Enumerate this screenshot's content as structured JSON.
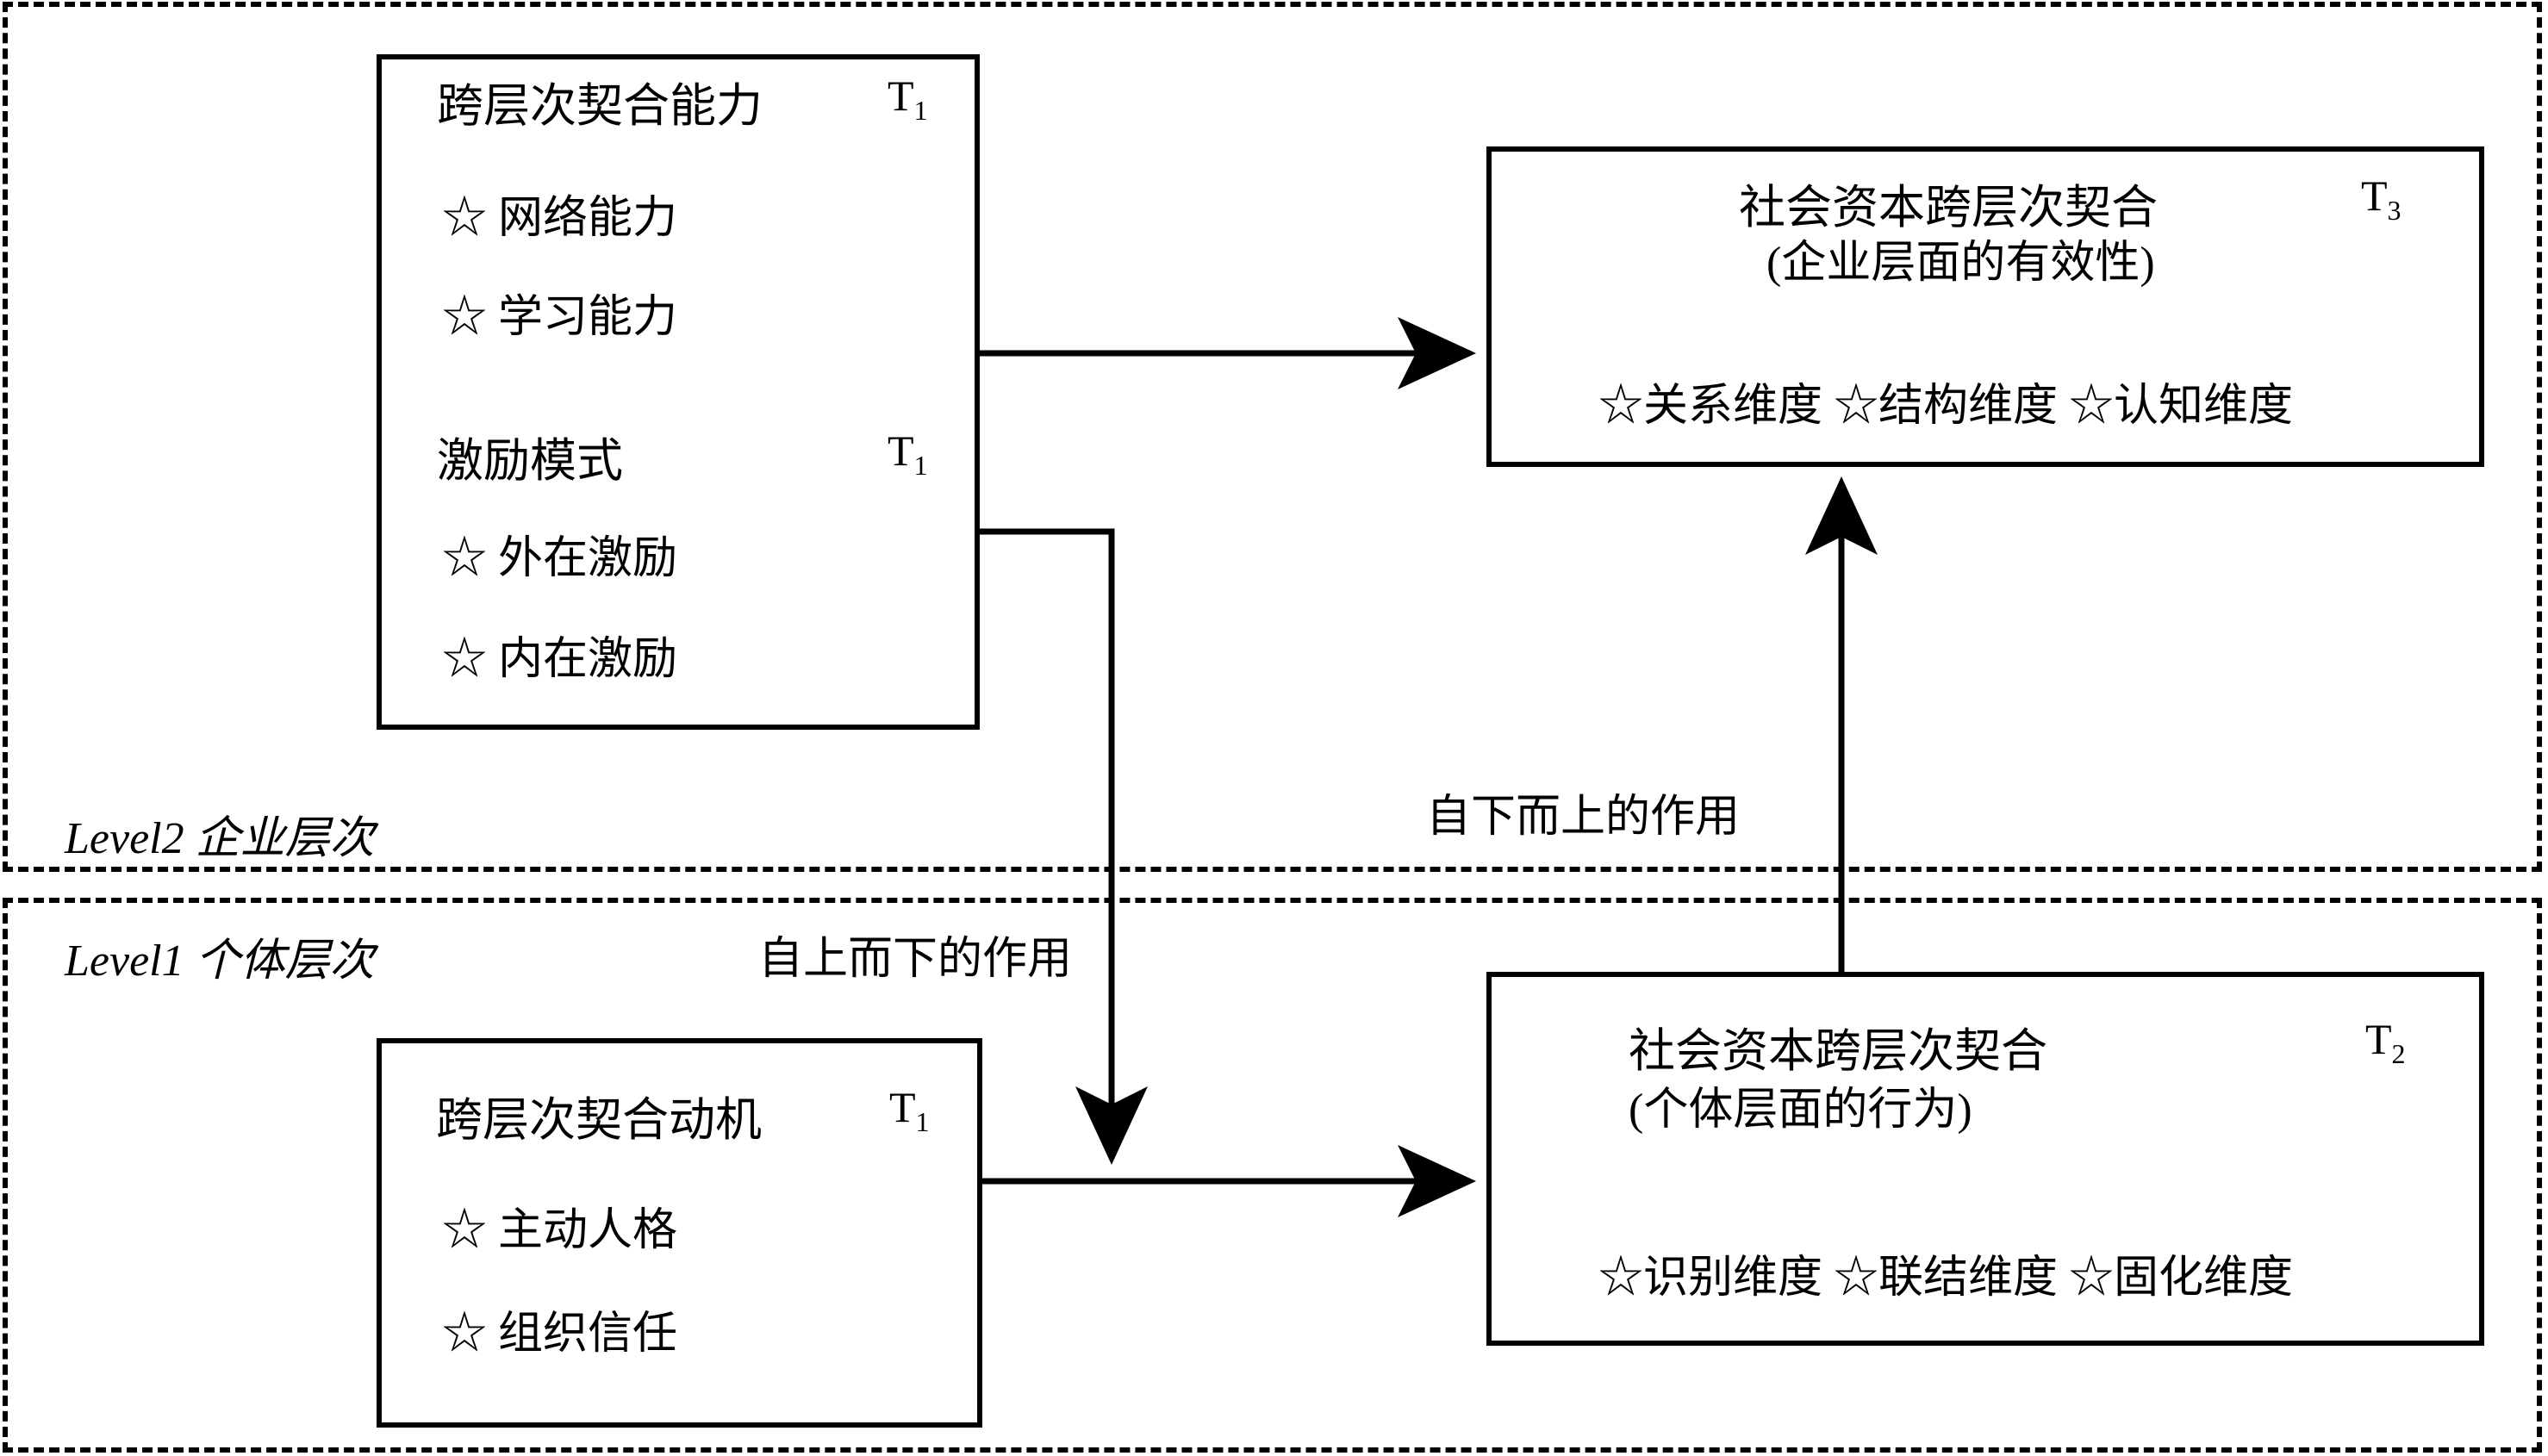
{
  "levels": {
    "level2": {
      "label": "Level2 企业层次"
    },
    "level1": {
      "label": "Level1 个体层次"
    }
  },
  "boxes": {
    "capability": {
      "title": "跨层次契合能力",
      "tcode": "T",
      "tsub": "1",
      "bullets": [
        "☆ 网络能力",
        "☆ 学习能力"
      ]
    },
    "incentive": {
      "title": "激励模式",
      "tcode": "T",
      "tsub": "1",
      "bullets": [
        "☆ 外在激励",
        "☆ 内在激励"
      ]
    },
    "firm_fit": {
      "title": "社会资本跨层次契合",
      "subtitle": "(企业层面的有效性)",
      "tcode": "T",
      "tsub": "3",
      "dimensions": "☆关系维度 ☆结构维度 ☆认知维度"
    },
    "motive": {
      "title": "跨层次契合动机",
      "tcode": "T",
      "tsub": "1",
      "bullets": [
        "☆ 主动人格",
        "☆ 组织信任"
      ]
    },
    "indiv_fit": {
      "title": "社会资本跨层次契合",
      "subtitle": "(个体层面的行为)",
      "tcode": "T",
      "tsub": "2",
      "dimensions": "☆识别维度 ☆联结维度 ☆固化维度"
    }
  },
  "edges": {
    "top_down": {
      "label": "自上而下的作用"
    },
    "bottom_up": {
      "label": "自下而上的作用"
    }
  },
  "colors": {
    "stroke": "#000000",
    "background": "#ffffff"
  }
}
